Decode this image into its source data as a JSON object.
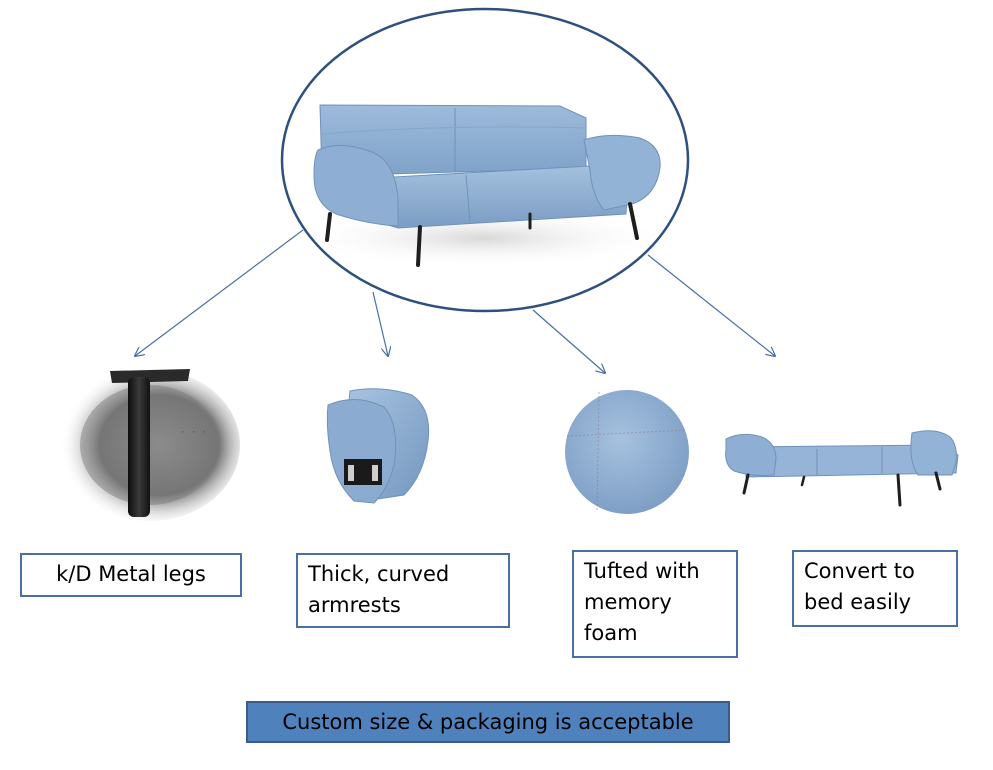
{
  "colors": {
    "sofa_fabric": "#8fb0d4",
    "sofa_shadow": "#6f92ba",
    "leg_metal": "#1e1e1e",
    "outline": "#2f4f7f",
    "connector": "#4a6fa5",
    "banner_fill": "#4f81bd"
  },
  "hero": {
    "icon": "sofa-icon",
    "description_visible": false
  },
  "features": [
    {
      "label": "k/D Metal legs",
      "icon": "metal-leg-icon"
    },
    {
      "label": "Thick, curved armrests",
      "icon": "armrest-icon"
    },
    {
      "label": "Tufted with memory foam",
      "icon": "fabric-swatch-icon"
    },
    {
      "label": "Convert to bed easily",
      "icon": "sofa-bed-icon"
    }
  ],
  "banner": {
    "text": "Custom size & packaging is acceptable"
  }
}
